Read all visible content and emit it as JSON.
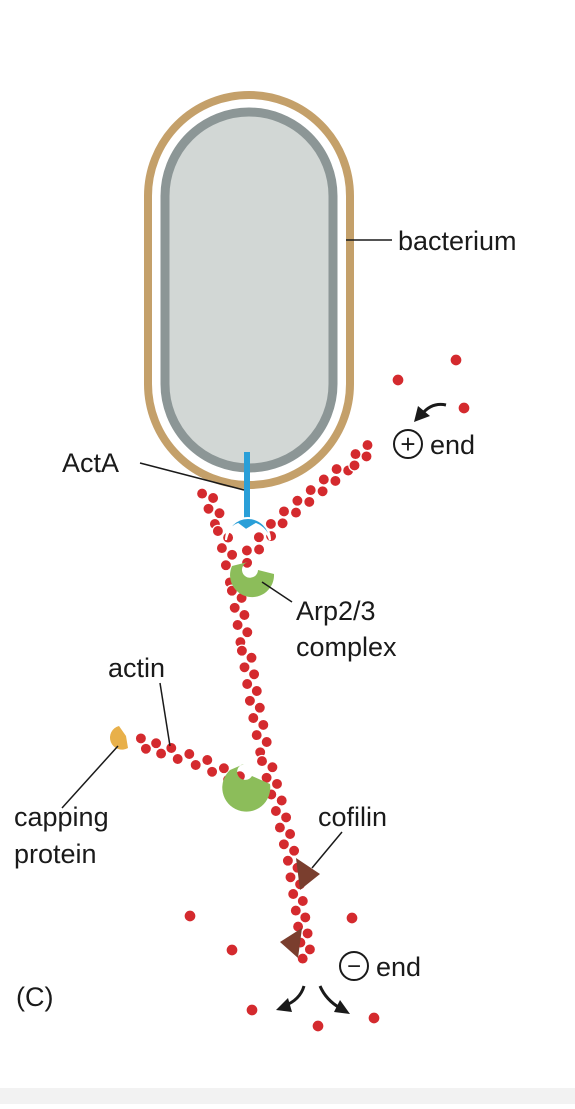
{
  "panel_label": "(C)",
  "labels": {
    "bacterium": "bacterium",
    "plus_end": "end",
    "plus_sign": "+",
    "minus_end": "end",
    "minus_sign": "−",
    "acta": "ActA",
    "arp_line1": "Arp2/3",
    "arp_line2": "complex",
    "actin": "actin",
    "capping_line1": "capping",
    "capping_line2": "protein",
    "cofilin": "cofilin"
  },
  "colors": {
    "actin_monomer": "#d42a2e",
    "bacterium_outer": "#c4a06a",
    "bacterium_wall": "#8c9696",
    "bacterium_fill": "#d2d7d5",
    "acta": "#2a9fd8",
    "arp23": "#8cbd5a",
    "capping_protein": "#e8b04a",
    "cofilin": "#7a3e2e"
  }
}
